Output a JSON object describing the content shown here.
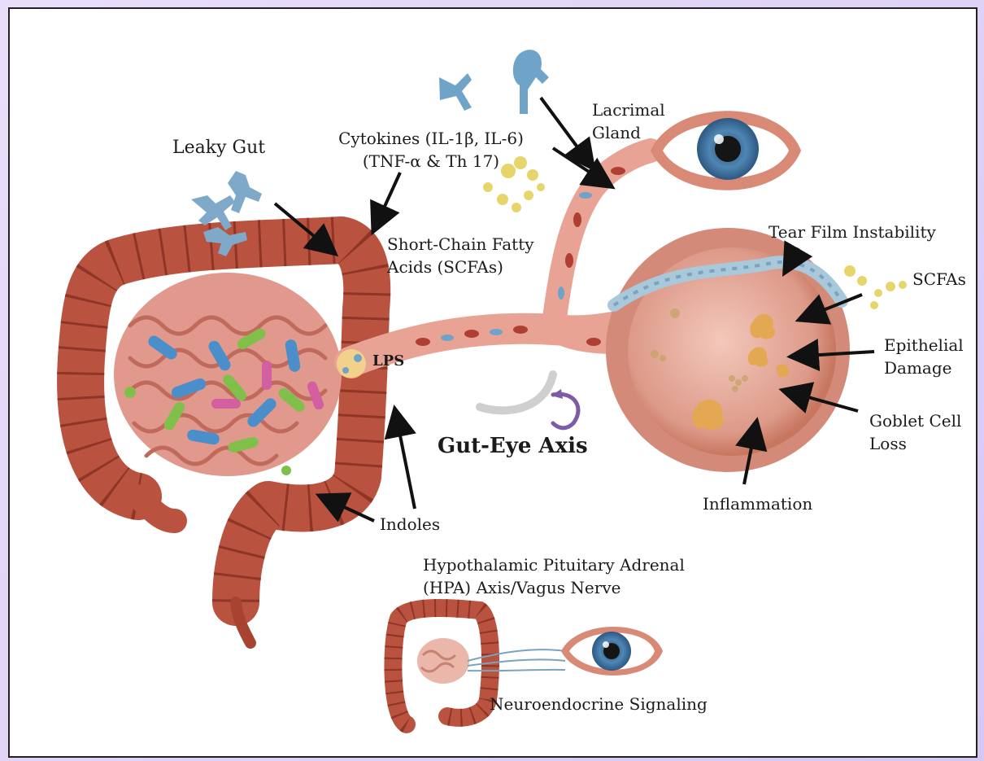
{
  "labels": {
    "leaky_gut": "Leaky Gut",
    "cytokines_line1": "Cytokines (IL-1β, IL-6)",
    "cytokines_line2": "(TNF-α & Th 17)",
    "lacrimal_line1": "Lacrimal",
    "lacrimal_line2": "Gland",
    "scfa_line1": "Short-Chain Fatty",
    "scfa_line2": "Acids (SCFAs)",
    "tear_film": "Tear Film Instability",
    "scfas": "SCFAs",
    "epithelial_line1": "Epithelial",
    "epithelial_line2": "Damage",
    "goblet_line1": "Goblet Cell",
    "goblet_line2": "Loss",
    "lps": "LPS",
    "gut_eye_axis": "Gut-Eye Axis",
    "inflammation": "Inflammation",
    "indoles": "Indoles",
    "hpa_line1": "Hypothalamic Pituitary Adrenal",
    "hpa_line2": "(HPA) Axis/Vagus Nerve",
    "neuroendocrine": "Neuroendocrine Signaling"
  },
  "colors": {
    "colon": "#b9523f",
    "colon_dark": "#8e3526",
    "intestine": "#d98c80",
    "vessel": "#e8a394",
    "iris": "#3f6f9a",
    "bacteria_blue": "#4a8fc9",
    "bacteria_green": "#7fbf4a",
    "bacteria_pink": "#d45fa0",
    "cytokine": "#6fa3c8",
    "scfa": "#e5d56a"
  }
}
